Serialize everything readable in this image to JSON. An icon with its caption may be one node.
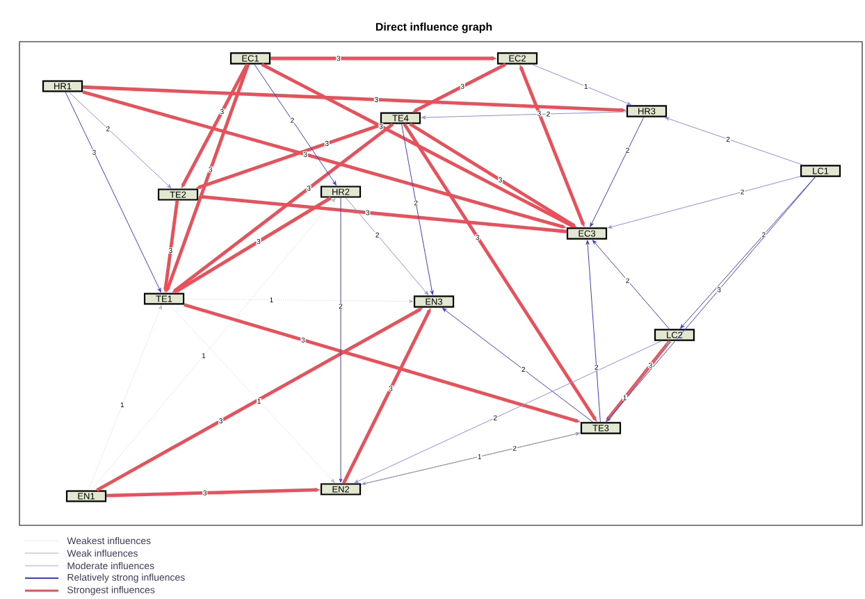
{
  "diagram": {
    "title": "Direct influence graph",
    "nodes": [
      {
        "text": [
          "EC1"
        ]
      },
      {
        "text": [
          "EC2"
        ]
      },
      {
        "text": [
          "HR1"
        ]
      },
      {
        "text": [
          "TE4"
        ]
      },
      {
        "text": [
          "HR3"
        ]
      },
      {
        "text": [
          "LC1"
        ]
      },
      {
        "text": [
          "TE2"
        ]
      },
      {
        "text": [
          "HR2"
        ]
      },
      {
        "text": [
          "EC3"
        ]
      },
      {
        "text": [
          "TE1"
        ]
      },
      {
        "text": [
          "EN3"
        ]
      },
      {
        "text": [
          "LC2"
        ]
      },
      {
        "text": [
          "TE3"
        ]
      },
      {
        "text": [
          "EN1"
        ]
      },
      {
        "text": [
          "EN2"
        ]
      }
    ],
    "edges": [
      {
        "from": 0,
        "to": 1,
        "arrow": "to",
        "label": "3",
        "style": "thick",
        "color": "#e8505a"
      },
      {
        "from": 0,
        "to": 6,
        "arrow": "to",
        "label": "3",
        "style": "thick",
        "color": "#e8505a"
      },
      {
        "from": 0,
        "to": 9,
        "arrow": "to",
        "label": "3",
        "style": "thick",
        "color": "#e8505a"
      },
      {
        "from": 6,
        "to": 9,
        "arrow": "to",
        "label": "3",
        "style": "thick",
        "color": "#e8505a"
      },
      {
        "from": 3,
        "to": 6,
        "arrow": "to",
        "label": "3",
        "style": "thick",
        "color": "#e8505a"
      },
      {
        "from": 3,
        "to": 9,
        "arrow": "to",
        "label": "3",
        "style": "thick",
        "color": "#e8505a"
      },
      {
        "from": 7,
        "to": 9,
        "arrow": "to",
        "label": "3",
        "style": "thick",
        "color": "#e8505a"
      },
      {
        "from": 3,
        "to": 8,
        "arrow": "to",
        "label": "3",
        "style": "thick",
        "color": "#e8505a"
      },
      {
        "from": 1,
        "to": 8,
        "arrow": "both",
        "label": "3",
        "style": "thick",
        "color": "#e8505a"
      },
      {
        "from": 0,
        "to": 8,
        "arrow": "to",
        "label": "3",
        "style": "thick",
        "color": "#e8505a"
      },
      {
        "from": 2,
        "to": 8,
        "arrow": "to",
        "label": "3",
        "style": "thick",
        "color": "#e8505a"
      },
      {
        "from": 2,
        "to": 4,
        "arrow": "to",
        "label": "3",
        "style": "thick",
        "color": "#e8505a"
      },
      {
        "from": 9,
        "to": 12,
        "arrow": "to",
        "label": "3",
        "style": "thick",
        "color": "#e8505a"
      },
      {
        "from": 13,
        "to": 10,
        "arrow": "to",
        "label": "3",
        "style": "thick",
        "color": "#e8505a"
      },
      {
        "from": 13,
        "to": 14,
        "arrow": "to",
        "label": "3",
        "style": "thick",
        "color": "#e8505a"
      },
      {
        "from": 14,
        "to": 10,
        "arrow": "to",
        "label": "3",
        "style": "thick",
        "color": "#e8505a"
      },
      {
        "from": 11,
        "to": 12,
        "arrow": "to",
        "label": "3",
        "style": "thick",
        "color": "#e8505a"
      },
      {
        "from": 3,
        "to": 12,
        "arrow": "to",
        "label": "3",
        "style": "thick",
        "color": "#e8505a"
      },
      {
        "from": 1,
        "to": 3,
        "arrow": "to",
        "label": "3",
        "style": "thick",
        "color": "#e8505a"
      },
      {
        "from": 8,
        "to": 6,
        "arrow": "to",
        "label": "3",
        "style": "thick",
        "color": "#e8505a"
      },
      {
        "from": 2,
        "to": 9,
        "arrow": "to",
        "label": "3",
        "color": "#3c3cd8"
      },
      {
        "from": 2,
        "to": 6,
        "arrow": "to",
        "label": "2",
        "color": "#8c8cf0"
      },
      {
        "from": 0,
        "to": 7,
        "arrow": "to",
        "label": "2",
        "color": "#3c3cd8"
      },
      {
        "from": 5,
        "to": 4,
        "arrow": "to",
        "label": "2",
        "color": "#8c8cf0"
      },
      {
        "from": 5,
        "to": 8,
        "arrow": "to",
        "label": "2",
        "color": "#8c8cf0"
      },
      {
        "from": 5,
        "to": 11,
        "arrow": "to",
        "label": "2",
        "color": "#3c3cd8"
      },
      {
        "from": 5,
        "to": 12,
        "arrow": "to",
        "label": "3",
        "color": "#3c3cd8"
      },
      {
        "from": 1,
        "to": 4,
        "arrow": "to",
        "label": "1",
        "color": "#8c8cf0"
      },
      {
        "from": 4,
        "to": 8,
        "arrow": "to",
        "label": "2",
        "color": "#3c3cd8"
      },
      {
        "from": 7,
        "to": 14,
        "arrow": "to",
        "label": "2",
        "color": "#3c3cd8"
      },
      {
        "from": 3,
        "to": 10,
        "arrow": "to",
        "label": "2",
        "color": "#3c3cd8"
      },
      {
        "from": 11,
        "to": 8,
        "arrow": "to",
        "label": "2",
        "color": "#3c3cd8"
      },
      {
        "from": 12,
        "to": 8,
        "arrow": "to",
        "label": "2",
        "color": "#3c3cd8"
      },
      {
        "from": 7,
        "to": 10,
        "arrow": "to",
        "label": "2",
        "color": "#8c8cf0"
      },
      {
        "from": 12,
        "to": 10,
        "arrow": "to",
        "label": "2",
        "color": "#3c3cd8"
      },
      {
        "from": 11,
        "to": 14,
        "arrow": "to",
        "label": "2",
        "color": "#8c8cf0"
      },
      {
        "from": 12,
        "to": 14,
        "arrow": "to",
        "label": "2",
        "color": "#8c8cf0"
      },
      {
        "from": 4,
        "to": 3,
        "arrow": "to",
        "label": "2",
        "color": "#8c8cf0"
      },
      {
        "from": 13,
        "to": 9,
        "arrow": "to",
        "label": "1",
        "style": "dashed",
        "color": "#b4b4b4"
      },
      {
        "from": 9,
        "to": 14,
        "arrow": "to",
        "label": "1",
        "style": "dashed",
        "color": "#b4b4b4"
      },
      {
        "from": 12,
        "to": 11,
        "arrow": "to",
        "label": "1",
        "color": "#9a9a9a"
      },
      {
        "from": 9,
        "to": 10,
        "arrow": "to",
        "label": "1",
        "style": "dashed",
        "color": "#b4b4b4"
      },
      {
        "from": 13,
        "to": 7,
        "arrow": "to",
        "label": "1",
        "style": "dashed",
        "color": "#b4b4b4"
      },
      {
        "from": 14,
        "to": 12,
        "arrow": "to",
        "label": "1",
        "color": "#9a9a9a"
      }
    ],
    "legend": [
      {
        "text": "Weakest influences"
      },
      {
        "text": "Weak influences"
      },
      {
        "text": "Moderate influences"
      },
      {
        "text": "Relatively strong influences"
      },
      {
        "text": "Strongest influences"
      }
    ]
  }
}
